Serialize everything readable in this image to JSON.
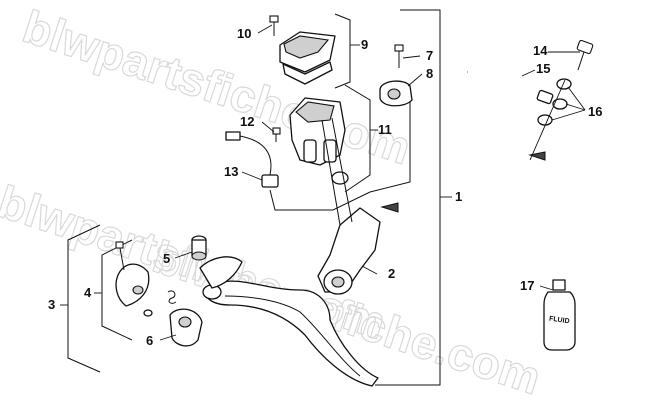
{
  "watermark": {
    "text_top": "blwpartsfiche.com",
    "text_mid": "blwpartsfiche.com",
    "text_bottom": "blwpartsfiche.com"
  },
  "callouts": {
    "c1": "1",
    "c2": "2",
    "c3": "3",
    "c4": "4",
    "c5": "5",
    "c6": "6",
    "c7": "7",
    "c8": "8",
    "c9": "9",
    "c10": "10",
    "c11": "11",
    "c12": "12",
    "c13": "13",
    "c14": "14",
    "c15": "15",
    "c16": "16",
    "c17": "17"
  },
  "fluid_bottle_label": "FLUID"
}
